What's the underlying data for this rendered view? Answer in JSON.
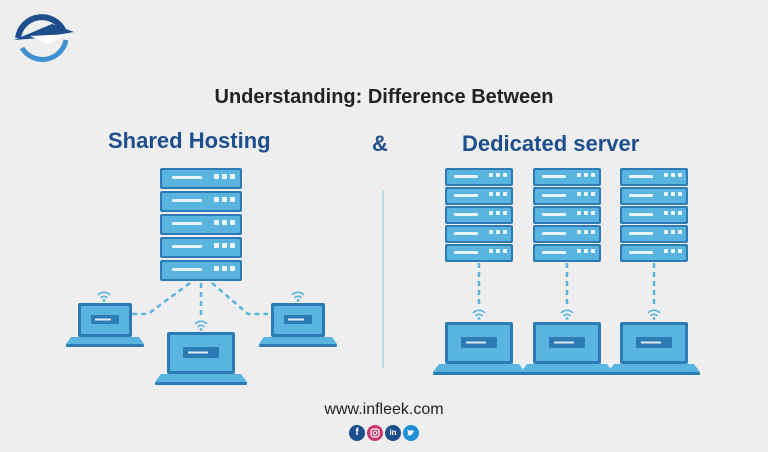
{
  "header": {
    "title": "Understanding: Difference Between",
    "shared_label": "Shared Hosting",
    "ampersand": "&",
    "dedicated_label": "Dedicated server"
  },
  "footer": {
    "website": "www.infleek.com",
    "socials": [
      "facebook-icon",
      "instagram-icon",
      "linkedin-icon",
      "twitter-icon"
    ]
  },
  "colors": {
    "background": "#eeeeee",
    "heading": "#1d4f8c",
    "title": "#222222",
    "server_face": "#5ab4e0",
    "server_dark": "#2d7bb5",
    "laptop_screen": "#3f90d0",
    "connector": "#5ab4e0"
  }
}
